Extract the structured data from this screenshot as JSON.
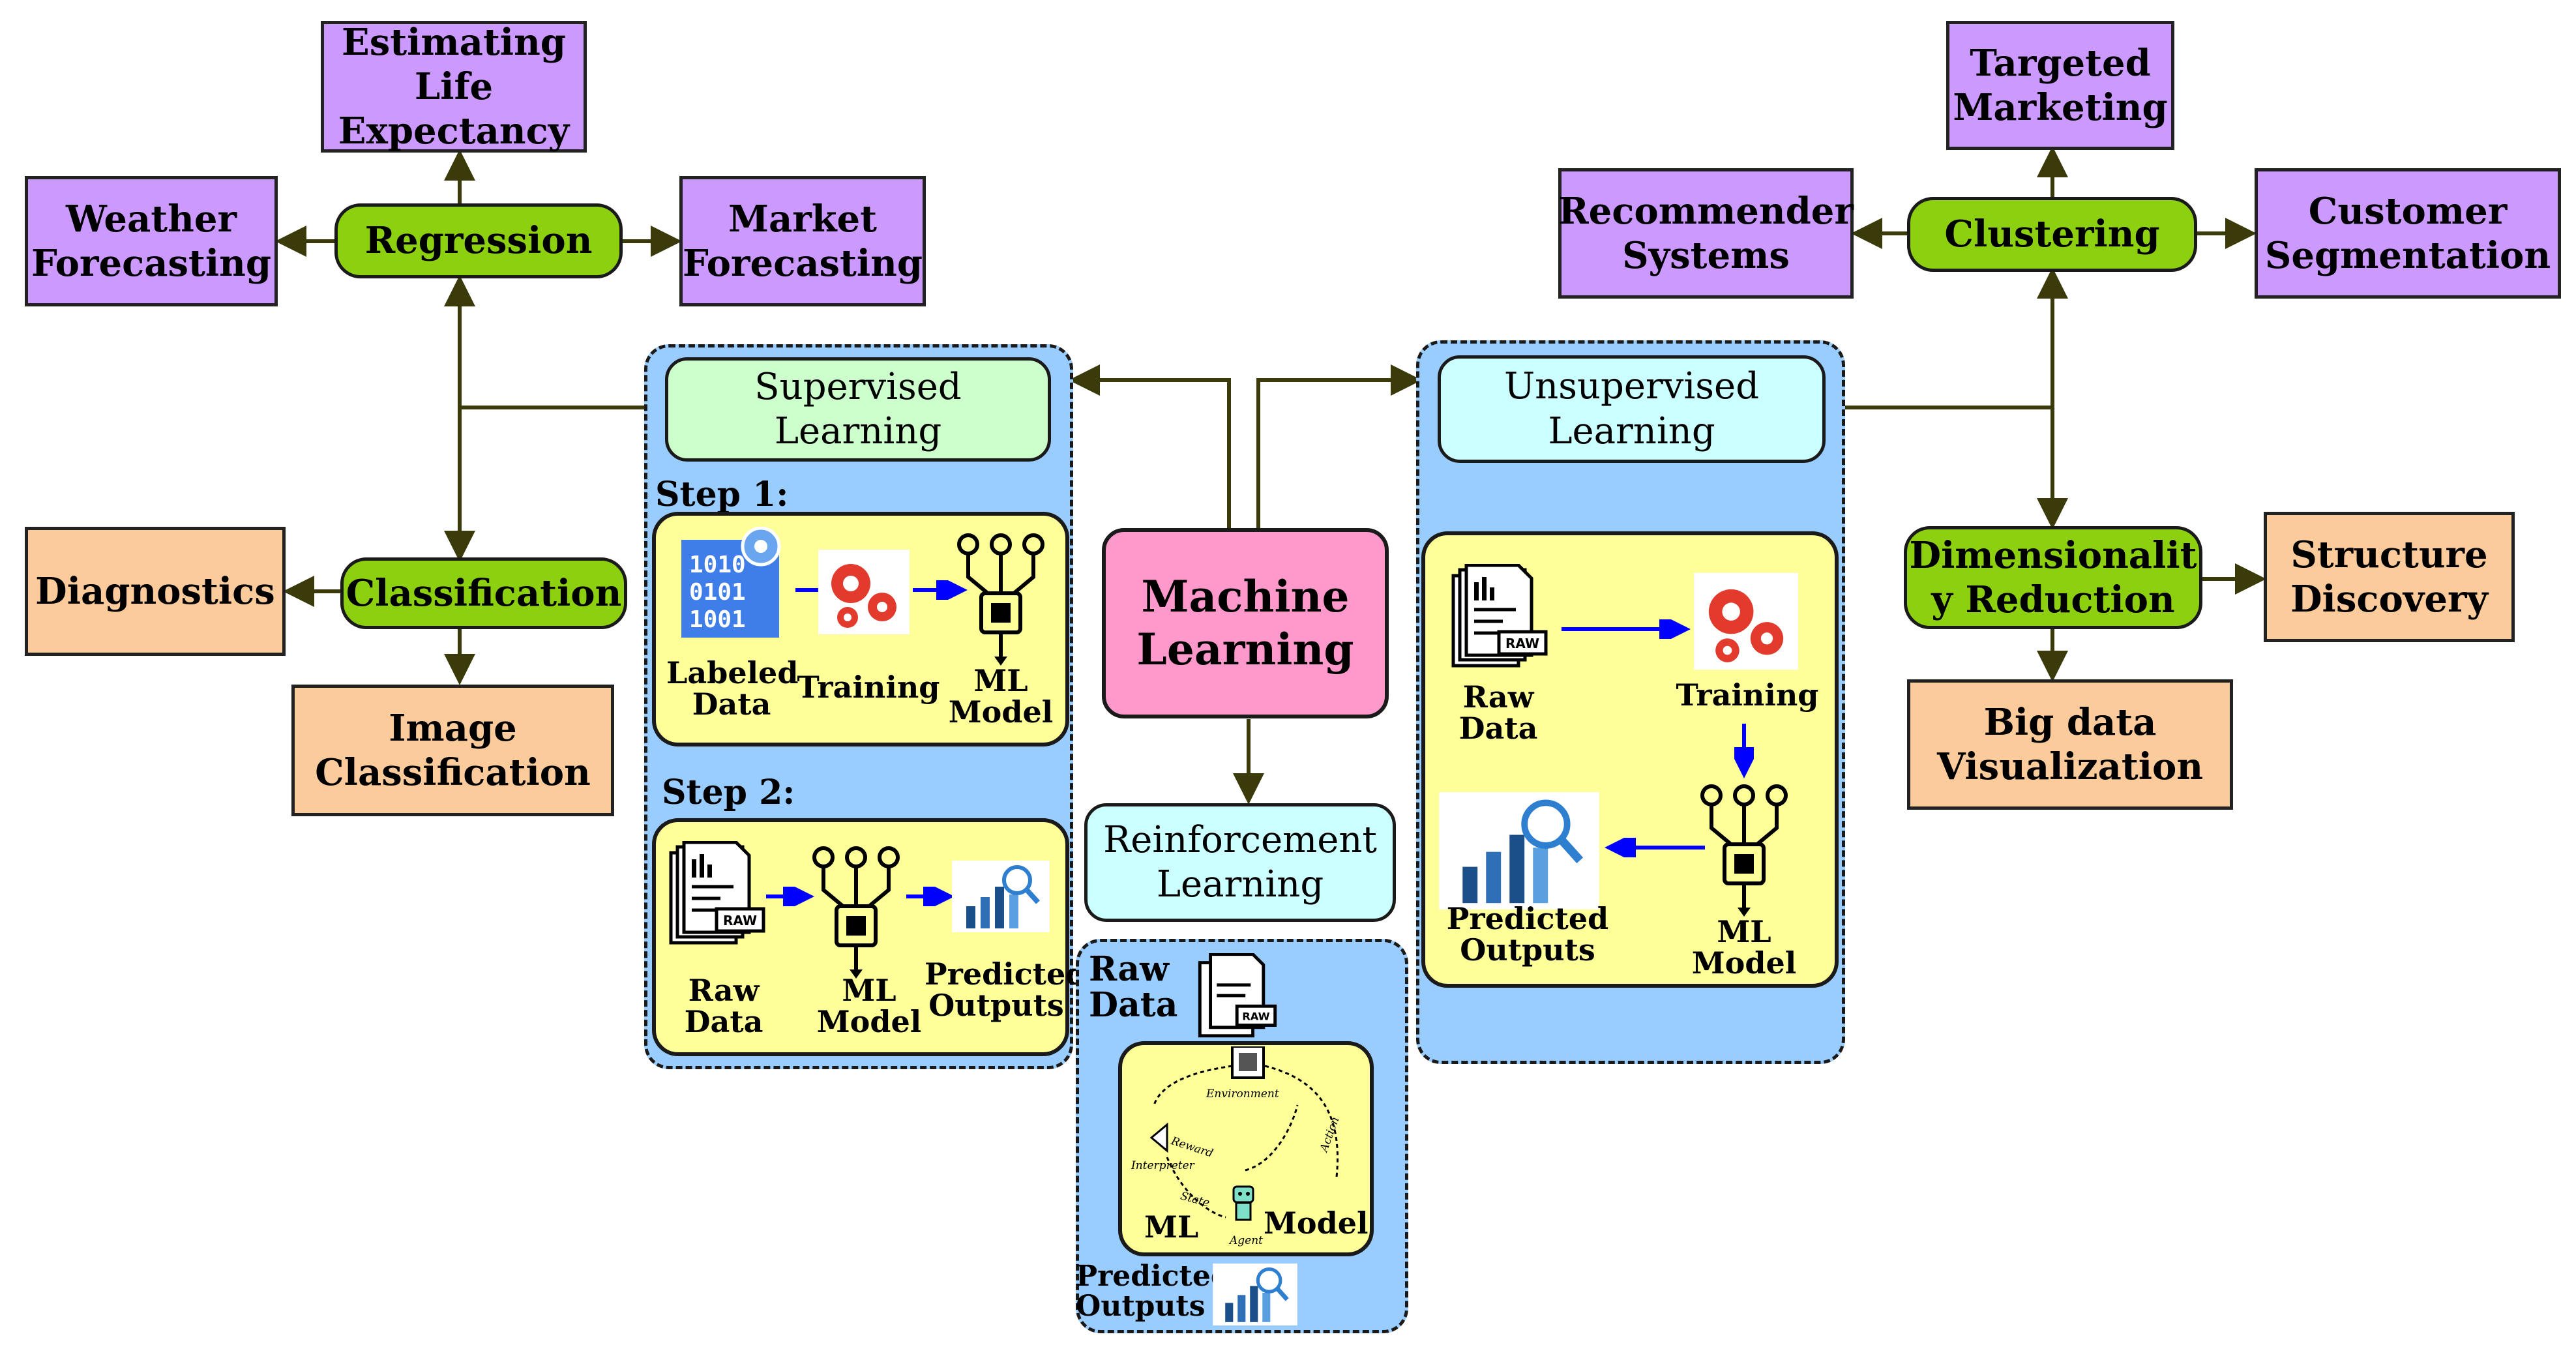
{
  "center": {
    "line1": "Machine",
    "line2": "Learning"
  },
  "supervised": {
    "title_line1": "Supervised",
    "title_line2": "Learning",
    "step1": "Step 1:",
    "step2": "Step 2:",
    "labeled_line1": "Labeled",
    "labeled_line2": "Data",
    "training": "Training",
    "model_line1": "ML",
    "model_line2": "Model",
    "raw_line1": "Raw",
    "raw_line2": "Data",
    "pred_line1": "Predicted",
    "pred_line2": "Outputs"
  },
  "unsupervised": {
    "title_line1": "Unsupervised",
    "title_line2": "Learning",
    "raw_line1": "Raw",
    "raw_line2": "Data",
    "training": "Training",
    "pred_line1": "Predicted",
    "pred_line2": "Outputs",
    "model_line1": "ML",
    "model_line2": "Model"
  },
  "reinforcement": {
    "title_line1": "Reinforcement",
    "title_line2": "Learning",
    "raw_line1": "Raw",
    "raw_line2": "Data",
    "environment": "Environment",
    "reward": "Reward",
    "interpreter": "Interpreter",
    "action": "Action",
    "state": "State",
    "agent": "Agent",
    "ml": "ML",
    "model": "Model",
    "pred_line1": "Predicted",
    "pred_line2": "Outputs"
  },
  "regression": {
    "label": "Regression",
    "life_line1": "Estimating",
    "life_line2": "Life",
    "life_line3": "Expectancy",
    "weather_line1": "Weather",
    "weather_line2": "Forecasting",
    "market_line1": "Market",
    "market_line2": "Forecasting"
  },
  "classification": {
    "label": "Classification",
    "diagnostics": "Diagnostics",
    "image_line1": "Image",
    "image_line2": "Classification"
  },
  "clustering": {
    "label": "Clustering",
    "targeted_line1": "Targeted",
    "targeted_line2": "Marketing",
    "recommender_line1": "Recommender",
    "recommender_line2": "Systems",
    "segmentation_line1": "Customer",
    "segmentation_line2": "Segmentation"
  },
  "dimensionality": {
    "label_line1": "Dimensionalit",
    "label_line2": "y Reduction",
    "structure_line1": "Structure",
    "structure_line2": "Discovery",
    "bigdata_line1": "Big data",
    "bigdata_line2": "Visualization"
  },
  "icon_names": [
    "binary-data-icon",
    "gears-icon",
    "chip-icon",
    "document-icon",
    "bar-chart-icon",
    "robot-agent-icon",
    "environment-icon"
  ],
  "colors": {
    "task_pill": "#8dd00f",
    "application_purple": "#cc99ff",
    "application_orange": "#fccb9c",
    "panel_blue": "#99ccff",
    "panel_yellow": "#ffff99",
    "center_pink": "#ff99cc",
    "supervised_title": "#ccffcc",
    "unsupervised_title": "#ccffff",
    "arrow_dark": "#3a3a0a",
    "flow_arrow": "#0000ff"
  }
}
